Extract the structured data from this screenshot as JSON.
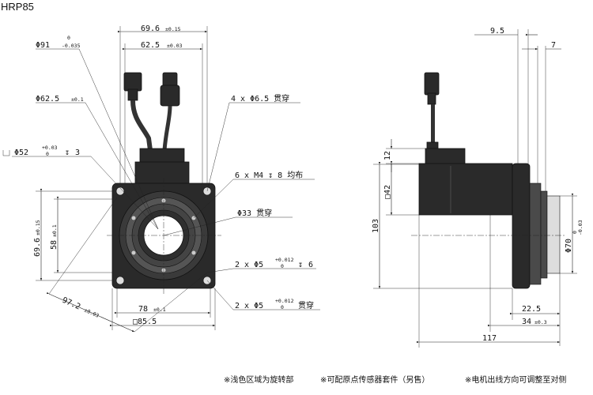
{
  "title": "HRP85",
  "front_view": {
    "dims": {
      "d91": "Φ91",
      "d91_tol_upper": "0",
      "d91_tol_lower": "-0.035",
      "w69_6": "69.6",
      "w69_6_tol": "±0.15",
      "w62_5": "62.5",
      "w62_5_tol": "±0.03",
      "d62_5": "Φ62.5",
      "d62_5_tol": "±0.1",
      "holes_4x": "4 x Φ6.5 贯穿",
      "d52": "Φ52",
      "d52_tol_upper": "+0.03",
      "d52_tol_lower": "0",
      "d52_depth": "3",
      "m4": "6 x M4 ↧ 8 均布",
      "d33": "Φ33 贯穿",
      "pin1": "2 x Φ5",
      "pin1_tol_upper": "+0.012",
      "pin1_tol_lower": "0",
      "pin1_depth": "6",
      "pin2": "2 x Φ5",
      "pin2_tol_upper": "+0.012",
      "pin2_tol_lower": "0",
      "pin2_suffix": "贯穿",
      "h69_6": "69.6",
      "h69_6_tol": "±0.15",
      "h58": "58",
      "h58_tol": "±0.1",
      "w78": "78",
      "w78_tol": "±0.1",
      "sq85_5": "□85.5",
      "diag97_2": "97.2",
      "diag97_2_tol": "±0.03"
    }
  },
  "side_view": {
    "dims": {
      "w9_5": "9.5",
      "w7": "7",
      "h12": "12",
      "sq42": "□42",
      "h103": "103",
      "d70": "Φ70",
      "d70_tol_upper": "0",
      "d70_tol_lower": "-0.03",
      "w22_5": "22.5",
      "w34": "34",
      "w34_tol": "±0.3",
      "w117": "117"
    }
  },
  "notes": [
    "※浅色区域为旋转部",
    "※可配原点传感器套件（另售）",
    "※电机出线方向可调整至对侧"
  ]
}
